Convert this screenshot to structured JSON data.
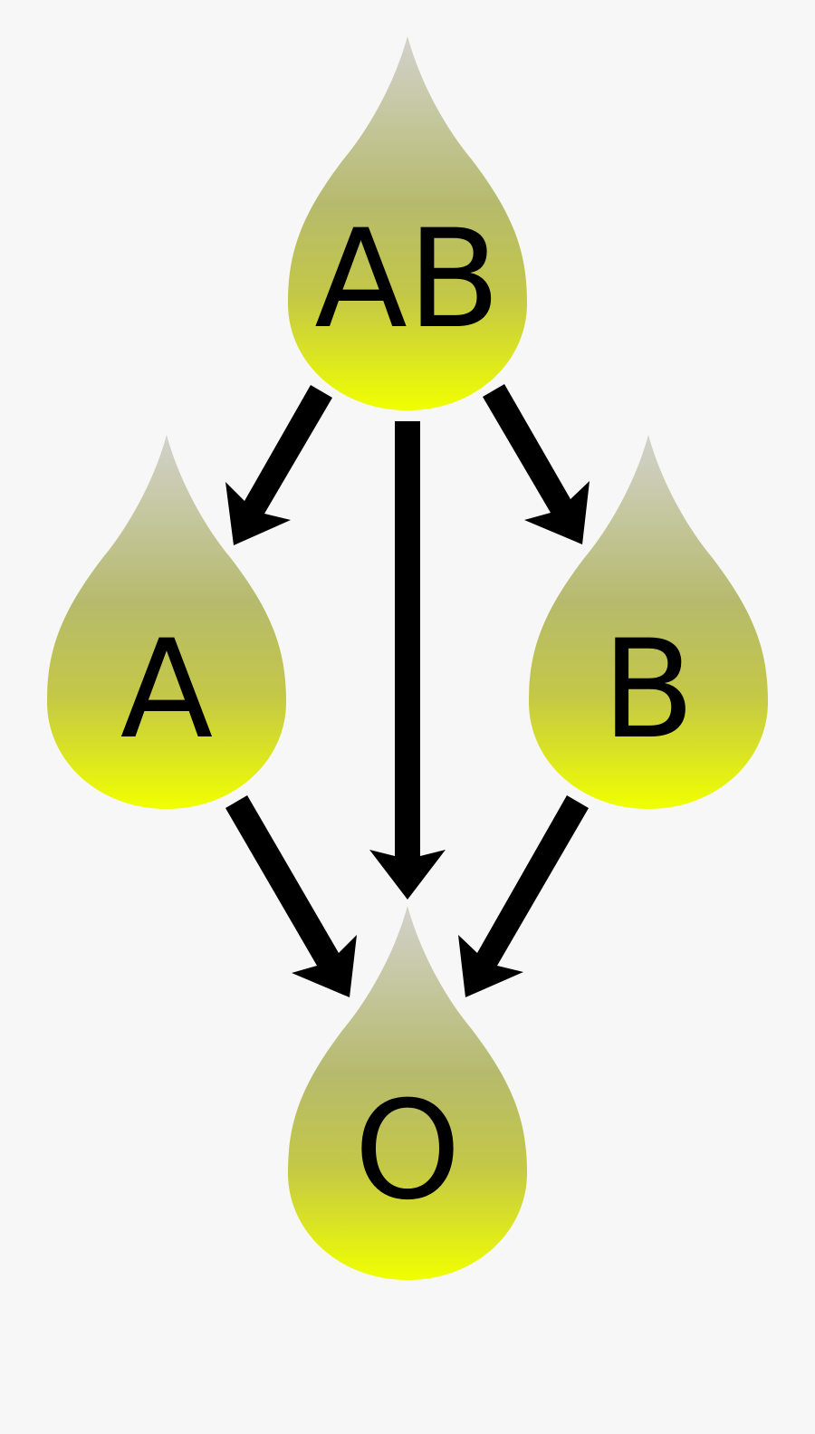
{
  "diagram": {
    "nodes": [
      {
        "id": "ab",
        "label": "AB"
      },
      {
        "id": "a",
        "label": "A"
      },
      {
        "id": "b",
        "label": "B"
      },
      {
        "id": "o",
        "label": "O"
      }
    ],
    "edges": [
      {
        "from": "ab",
        "to": "a"
      },
      {
        "from": "ab",
        "to": "o"
      },
      {
        "from": "ab",
        "to": "b"
      },
      {
        "from": "a",
        "to": "o"
      },
      {
        "from": "b",
        "to": "o"
      }
    ]
  },
  "colors": {
    "background": "#f7f7f7",
    "drop_top": "#d2d2cc",
    "drop_mid": "#b6ba6c",
    "drop_bottom": "#f0ff00",
    "arrow": "#000000",
    "text": "#000000"
  }
}
